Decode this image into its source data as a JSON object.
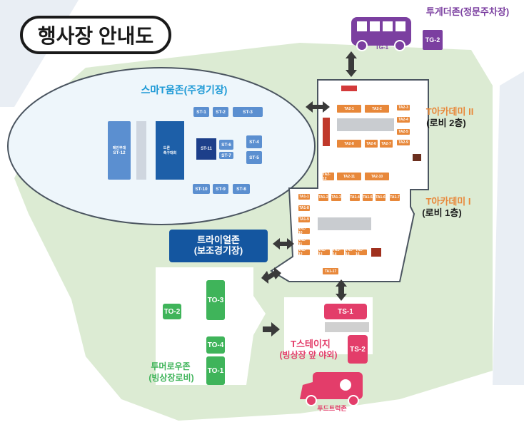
{
  "title": "행사장 안내도",
  "zones": {
    "tg": {
      "name": "투게더존(정문주차장)",
      "bus_label": "TG-1",
      "tg2": "TG-2"
    },
    "smart": {
      "name": "스마T움존(주경기장)",
      "booths": [
        "ST-1",
        "ST-2",
        "ST-3",
        "ST-4",
        "ST-5",
        "ST-6",
        "ST-7",
        "ST-8",
        "ST-9",
        "ST-10",
        "ST-11",
        "ST-12"
      ],
      "st12_sub": "메인무대",
      "drone_label": "드론\n축구대회"
    },
    "academy2": {
      "name": "T아카데미 II",
      "floor": "(로비 2층)",
      "booths": [
        "TA2-1",
        "TA2-2",
        "TA2-3",
        "TA2-4",
        "TA2-5",
        "TA2-6",
        "TA2-7",
        "TA2-8",
        "TA2-9",
        "TA2-10",
        "TA2-11",
        "TA2-12"
      ]
    },
    "academy1": {
      "name": "T아카데미 I",
      "floor": "(로비 1층)",
      "booths": [
        "TA1-1",
        "TA1-2",
        "TA1-3",
        "TA1-4",
        "TA1-5",
        "TA1-6",
        "TA1-7",
        "TA1-8",
        "TA1-9",
        "TA1-10",
        "TA1-11",
        "TA1-12",
        "TA1-13",
        "TA1-14",
        "TA1-15",
        "TA1-16",
        "TA1-17"
      ]
    },
    "trial": {
      "name": "트라이얼존",
      "sub": "(보조경기장)"
    },
    "tomorrow": {
      "name": "투머로우존",
      "sub": "(빙상장로비)",
      "booths": [
        "TO-1",
        "TO-2",
        "TO-3",
        "TO-4"
      ]
    },
    "stage": {
      "name": "T스테이지",
      "sub": "(빙상장 앞 야외)",
      "booths": [
        "TS-1",
        "TS-2"
      ]
    },
    "food": {
      "name": "푸드트럭존"
    }
  },
  "colors": {
    "st": "#5b8fd0",
    "ta": "#e8883a",
    "to": "#3fb45a",
    "ts": "#e33d6a",
    "tg": "#7b3fa0",
    "trial": "#1456a0"
  }
}
